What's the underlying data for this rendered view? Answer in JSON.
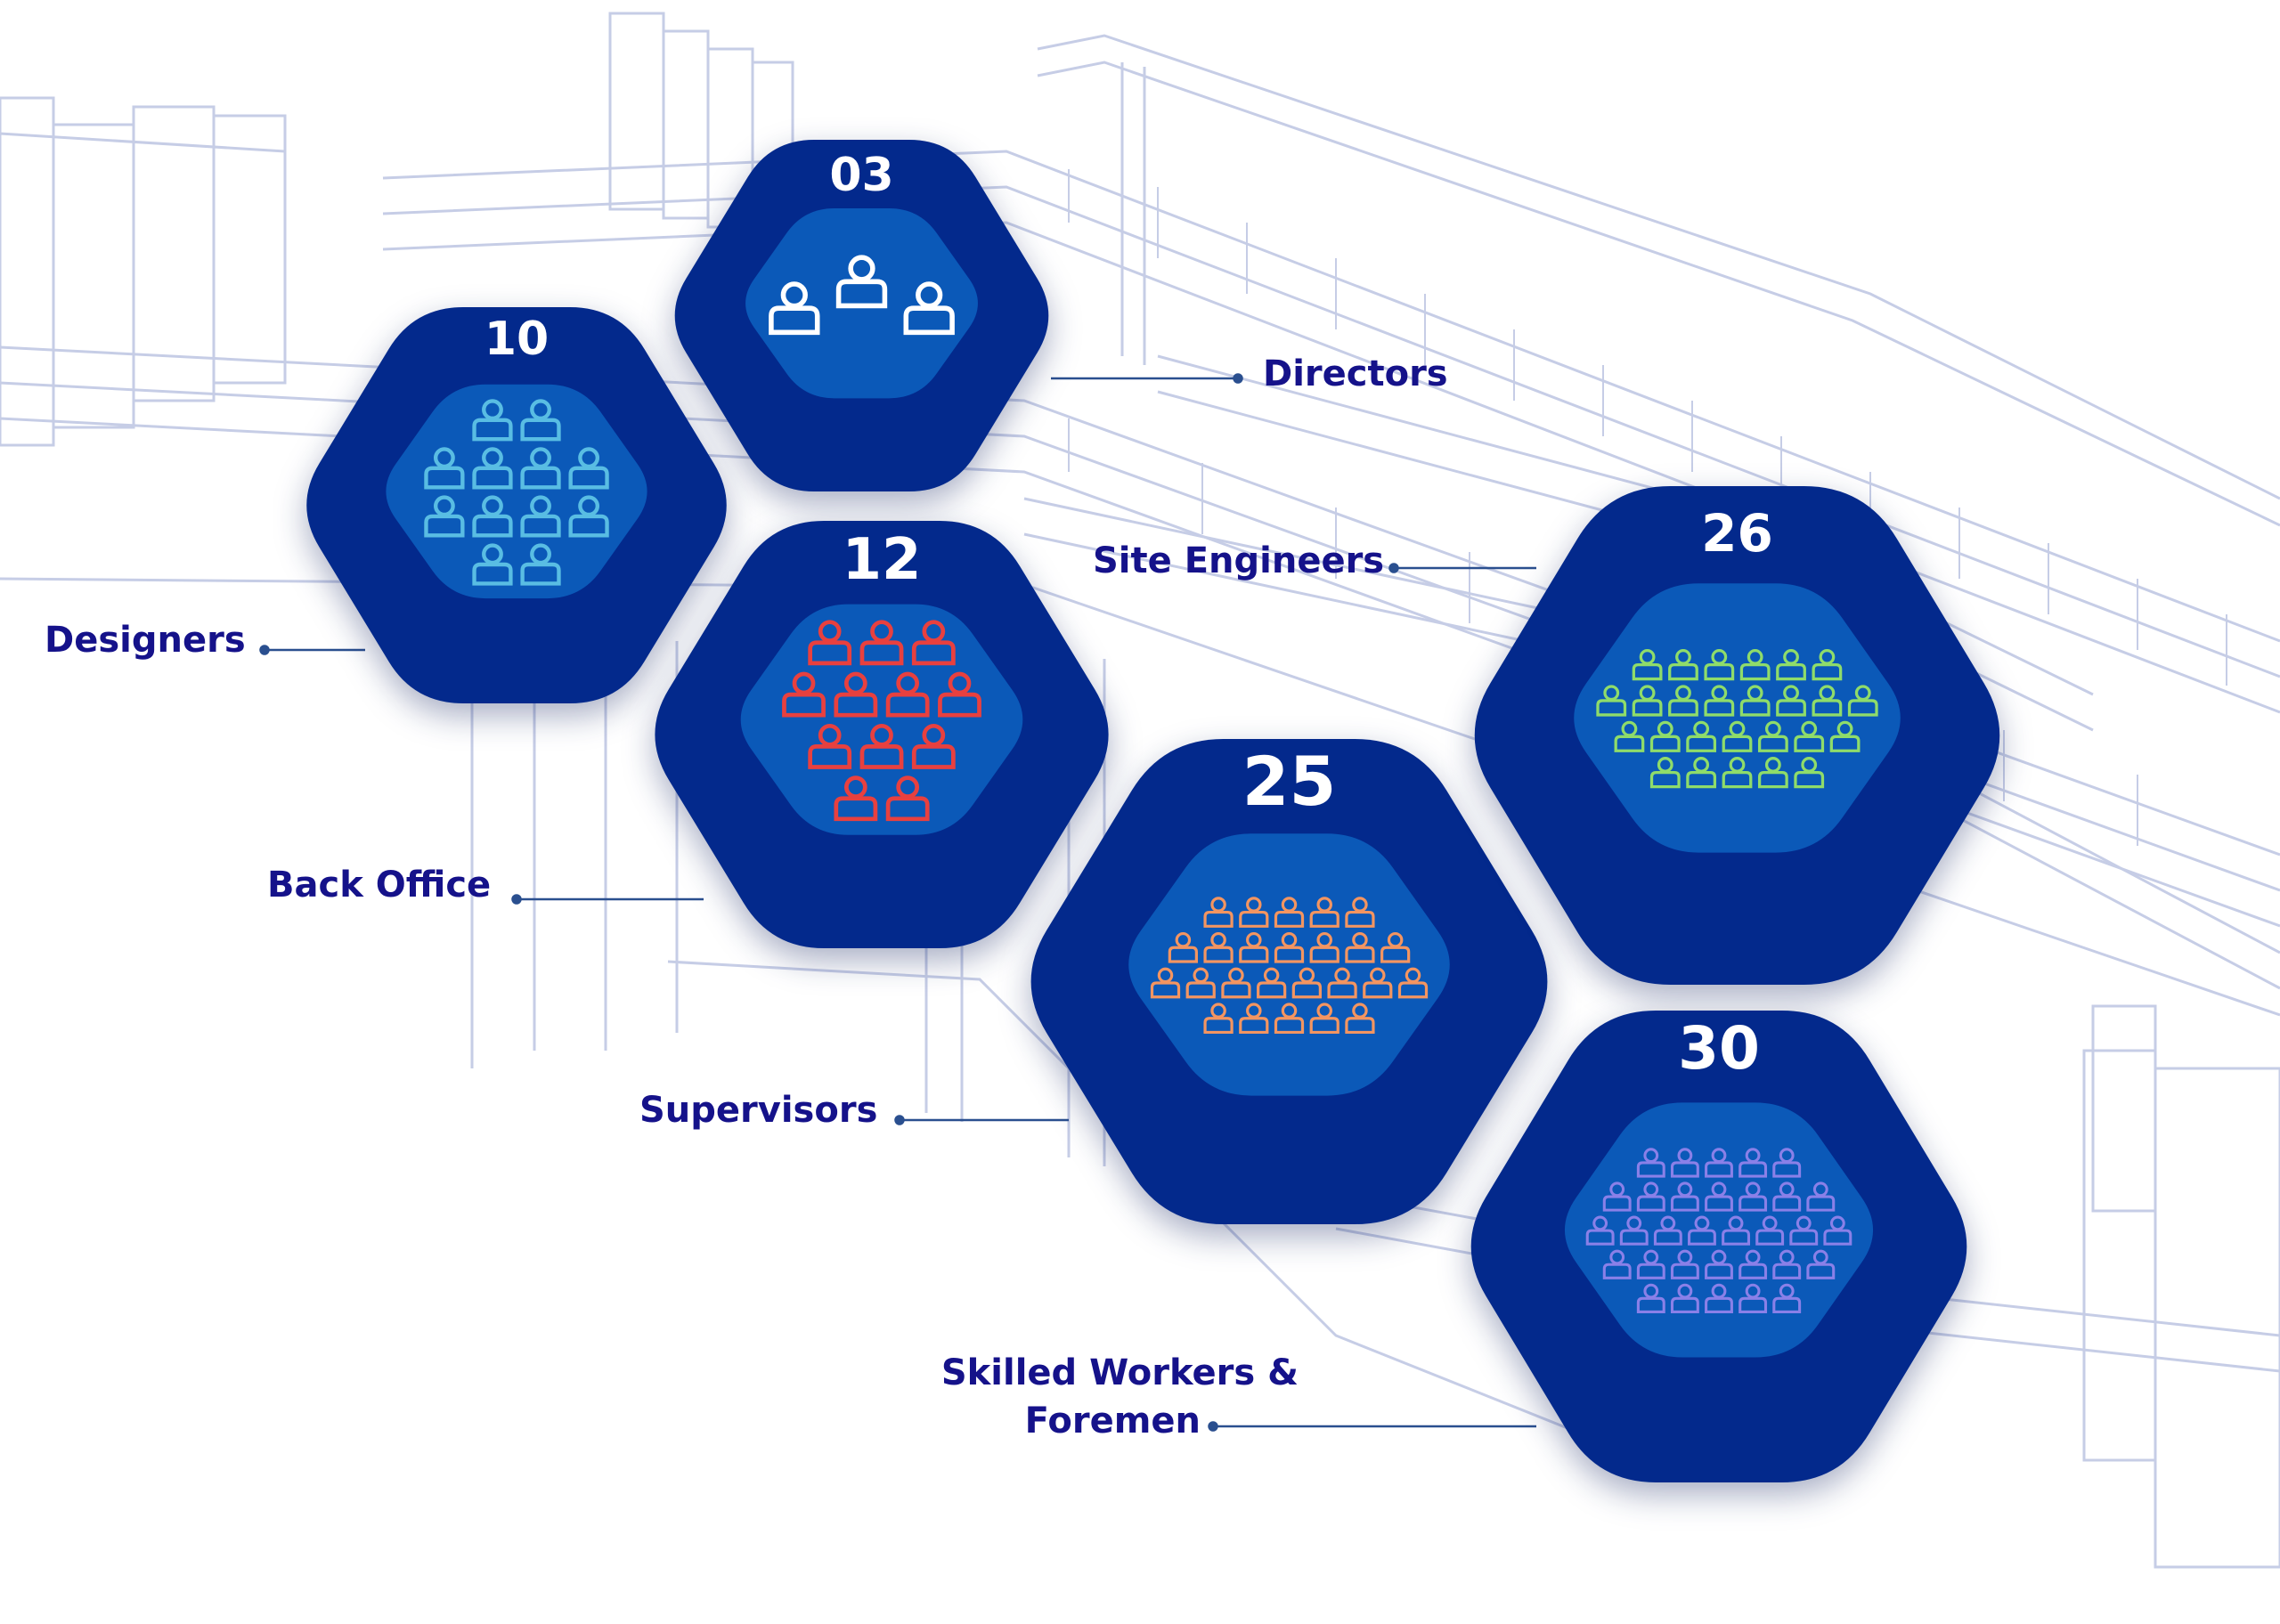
{
  "groups": [
    {
      "id": "directors",
      "label": "Directors",
      "count": "03",
      "value": 3,
      "icon_color": "#ffffff"
    },
    {
      "id": "designers",
      "label": "Designers",
      "count": "10",
      "value": 10,
      "icon_color": "#59bde3"
    },
    {
      "id": "back-office",
      "label": "Back Office",
      "count": "12",
      "value": 12,
      "icon_color": "#e8403f"
    },
    {
      "id": "supervisors",
      "label": "Supervisors",
      "count": "25",
      "value": 25,
      "icon_color": "#f39561"
    },
    {
      "id": "site-engineers",
      "label": "Site Engineers",
      "count": "26",
      "value": 26,
      "icon_color": "#8fdc6a"
    },
    {
      "id": "skilled-workers",
      "label_line1": "Skilled Workers &",
      "label_line2": "Foremen",
      "count": "30",
      "value": 30,
      "icon_color": "#8a80e8"
    }
  ],
  "colors": {
    "hex_outer": "#03298c",
    "hex_inner": "#0b59b8",
    "label_text": "#15128a",
    "connector": "#2a4f8f",
    "background_line": "#c6cde6"
  },
  "icon_name": "person-outline-icon"
}
